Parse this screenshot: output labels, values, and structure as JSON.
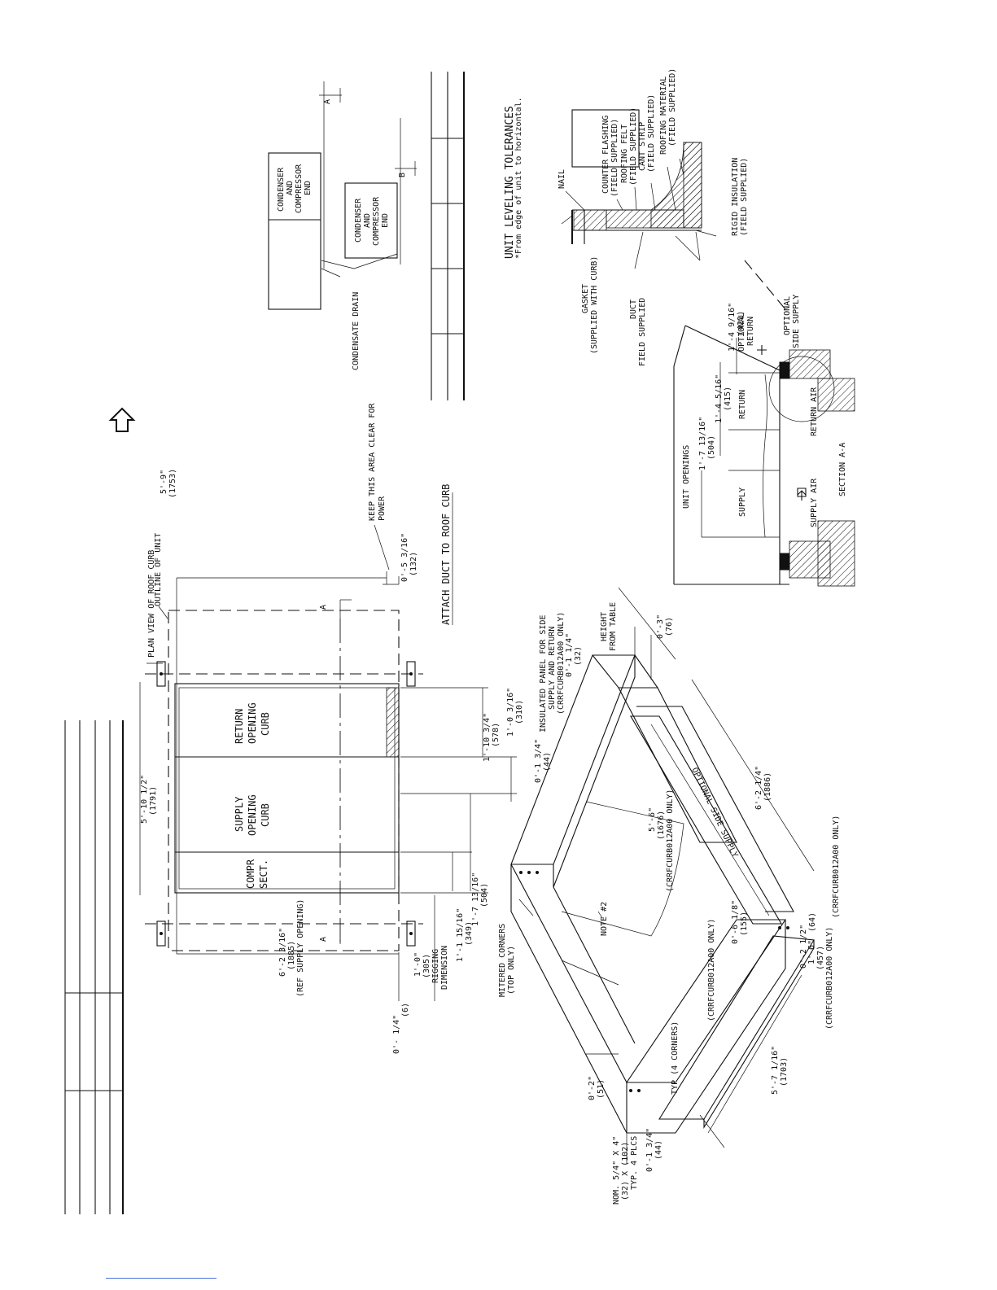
{
  "plan_view": {
    "plan_view_label": "PLAN VIEW OF ROOF CURB",
    "outline_label": "OUTLINE OF UNIT",
    "keep_clear_label_1": "KEEP THIS AREA CLEAR FOR",
    "keep_clear_label_2": "POWER",
    "attach_duct_label": "ATTACH DUCT TO ROOF CURB",
    "compr_line1": "COMPR",
    "compr_line2": "SECT.",
    "supply_line1": "SUPPLY",
    "supply_line2": "OPENING",
    "supply_line3": "CURB",
    "return_line1": "RETURN",
    "return_line2": "OPENING",
    "return_line3": "CURB",
    "section_mark": "A",
    "dim_overall": "5'-10 1/2\"",
    "dim_overall_mm": "(1791)",
    "dim_right": "5'-9\"",
    "dim_right_mm": "(1753)",
    "dim_left": "6'-2 3/16\"",
    "dim_left_mm": "(1885)",
    "dim_left_note": "(REF SUPPLY OPENING)",
    "dim_5_3_16": "0'-5 3/16\"",
    "dim_5_3_16_mm": "(132)",
    "dim_1_4": "0'- 1/4\"",
    "dim_1_4_mm": "(6)",
    "dim_1_0": "1'-0\"",
    "dim_1_0_mm": "(305)",
    "rigging_1": "RIGGING",
    "rigging_2": "DIMENSION",
    "dim_1_1_15": "1'-1 15/16\"",
    "dim_1_1_15_mm": "(349)",
    "dim_1_7_13": "1'-7 13/16\"",
    "dim_1_7_13_mm": "(504)",
    "dim_1_10_3_4": "1'-10 3/4\"",
    "dim_1_10_3_4_mm": "(578)",
    "dim_1_0_3_16": "1'-0 3/16\"",
    "dim_1_0_3_16_mm": "(310)"
  },
  "leveling": {
    "condenser_1": "CONDENSER",
    "condenser_2": "AND",
    "condenser_3": "COMPRESSOR",
    "condenser_4": "END",
    "condensate_drain": "CONDENSATE DRAIN",
    "mark_a": "A",
    "mark_b": "B",
    "title": "UNIT LEVELING TOLERANCES",
    "note": "*From edge of unit to horizontal."
  },
  "flashing": {
    "nail": "NAIL",
    "counter_flashing": "COUNTER FLASHING",
    "counter_flashing_note": "(FIELD SUPPLIED)",
    "roofing_felt": "ROOFING FELT",
    "roofing_felt_note": "(FIELD SUPPLIED)",
    "cant_strip": "CANT STRIP",
    "cant_strip_note": "(FIELD SUPPLIED)",
    "roofing_material": "ROOFING MATERIAL",
    "roofing_material_note": "(FIELD SUPPLIED)",
    "rigid_insulation": "RIGID INSULATION",
    "rigid_insulation_note": "(FIELD SUPPLIED)",
    "gasket": "GASKET",
    "gasket_note": "(SUPPLIED WITH CURB)",
    "duct": "DUCT",
    "duct_note": "FIELD SUPPLIED"
  },
  "section": {
    "unit_openings": "UNIT OPENINGS",
    "supply": "SUPPLY",
    "return": "RETURN",
    "supply_air": "SUPPLY AIR",
    "return_air": "RETURN AIR",
    "section_title": "SECTION A-A",
    "optional_return_1": "OPTIONAL",
    "optional_return_2": "RETURN",
    "optional_side_1": "OPTIONAL",
    "optional_side_2": "SIDE SUPPLY",
    "dim_1_7_13": "1'-7 13/16\"",
    "dim_1_7_13_mm": "(504)",
    "dim_1_4_5_16": "1'-4 5/16\"",
    "dim_1_4_5_16_mm": "(415)",
    "dim_1_4_9_16": "1'-4 9/16\"",
    "dim_1_4_9_16_mm": "(421)"
  },
  "isometric": {
    "insulated_1": "INSULATED PANEL FOR SIDE",
    "insulated_2": "SUPPLY AND RETURN",
    "insulated_3": "(CRRFCURB012A00 ONLY)",
    "height_1": "HEIGHT",
    "height_2": "FROM TABLE",
    "dim_0_1_1_4": "0'-1 1/4\"",
    "dim_0_1_1_4_mm": "(32)",
    "dim_0_3": "0'-3\"",
    "dim_0_3_mm": "(76)",
    "dim_0_1_3_4": "0'-1 3/4\"",
    "dim_0_1_3_4_mm": "(44)",
    "dim_5_6": "5'-6\"",
    "dim_5_6_mm": "(1676)",
    "dim_5_6_note": "(CRRFCURB012A00 ONLY)",
    "optional_side_supply": "OPTIONAL SIDE SUPPLY",
    "dim_6_2_1_4": "6'-2 1/4\"",
    "dim_6_2_1_4_mm": "(1886)",
    "mitered_1": "MITERED CORNERS",
    "mitered_2": "(TOP ONLY)",
    "note_2": "NOTE #2",
    "typ_4_corners": "TYP (4 CORNERS)",
    "crrf_note": "(CRRFCURB012A00 ONLY)",
    "dim_0_6_1_8": "0'-6 1/8\"",
    "dim_0_6_1_8_mm": "(155)",
    "dim_0_2_1_2": "0'-2 1/2\"",
    "dim_0_2_1_2_mm": "(64)",
    "dim_0_2_1_2_note": "(CRRFCURB012A00 ONLY)",
    "dim_1_6": "1'-6\"",
    "dim_1_6_mm": "(457)",
    "dim_1_6_note": "(CRRFCURB012A00 ONLY)",
    "dim_0_2": "0'-2\"",
    "dim_0_2_mm": "(51)",
    "nom_1": "NOM. 5/4\" X 4\"",
    "nom_2": "(32) X (102)",
    "nom_3": "TYP. 4 PLCS",
    "dim_0_1_3_4_b": "0'-1 3/4\"",
    "dim_0_1_3_4_b_mm": "(44)",
    "dim_5_7_1_16": "5'-7 1/16\"",
    "dim_5_7_1_16_mm": "(1703)"
  }
}
